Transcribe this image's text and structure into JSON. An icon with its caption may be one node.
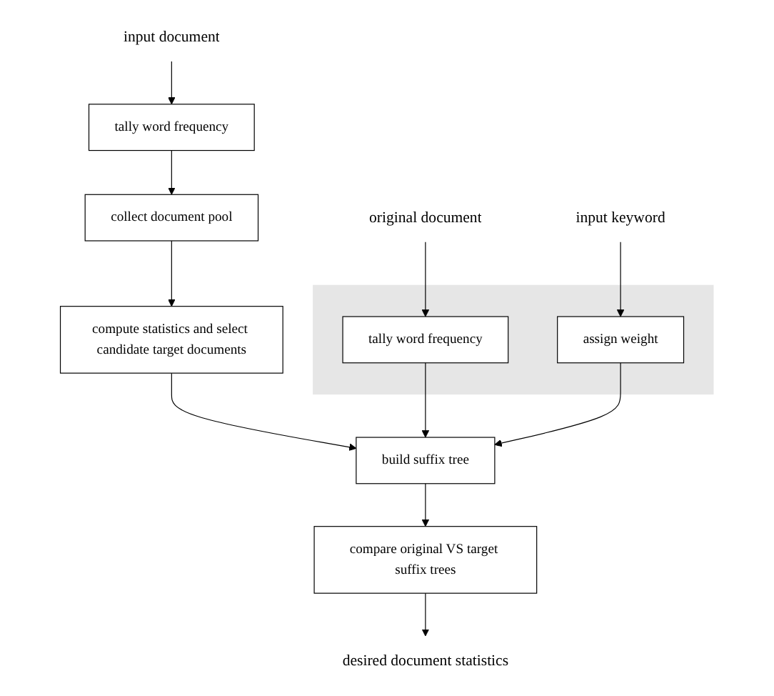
{
  "diagram": {
    "nodes": [
      {
        "text": [
          "collect document pool"
        ]
      },
      {
        "text": [
          "compute statistics and select candidate target documents"
        ]
      },
      {
        "text": [
          "input document"
        ]
      },
      {
        "text": [
          "tally word frequency"
        ]
      },
      {
        "text": [],
        "shape": "box"
      },
      {
        "text": [
          "original document"
        ]
      },
      {
        "text": [
          "tally word frequency"
        ],
        "in": 4
      },
      {
        "text": [
          "build suffix tree"
        ]
      },
      {
        "text": [
          "input keyword"
        ]
      },
      {
        "text": [
          "assign weight"
        ],
        "in": 4
      },
      {
        "text": [
          "compare original VS target suffix trees"
        ]
      },
      {
        "text": [
          "desired document statistics"
        ]
      }
    ],
    "edges": [
      {
        "from": 2,
        "to": 3,
        "arrow": "to"
      },
      {
        "from": 3,
        "to": 0,
        "arrow": "to"
      },
      {
        "from": 0,
        "to": 1,
        "arrow": "to"
      },
      {
        "from": 1,
        "to": 7,
        "arrow": "to"
      },
      {
        "from": 5,
        "to": 6,
        "arrow": "to"
      },
      {
        "from": 6,
        "to": 7,
        "arrow": "to"
      },
      {
        "from": 8,
        "to": 9,
        "arrow": "to"
      },
      {
        "from": 9,
        "to": 7,
        "arrow": "to"
      },
      {
        "from": 7,
        "to": 10,
        "arrow": "to"
      },
      {
        "from": 10,
        "to": 11,
        "arrow": "to"
      }
    ]
  }
}
